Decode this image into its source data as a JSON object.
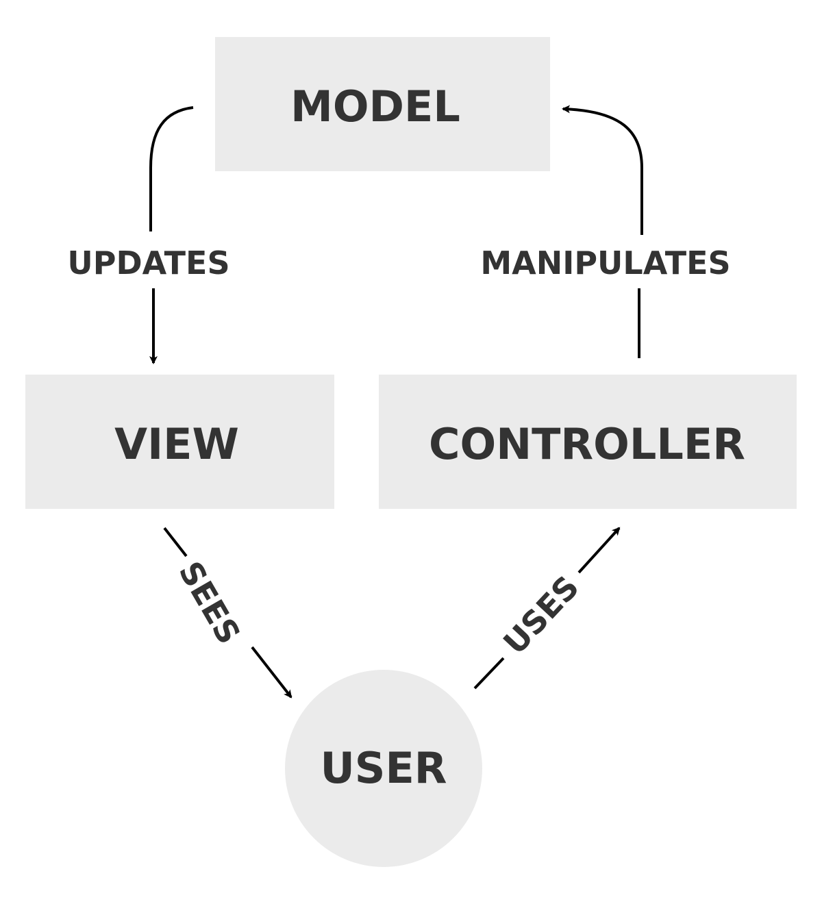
{
  "nodes": {
    "model": "MODEL",
    "view": "VIEW",
    "controller": "CONTROLLER",
    "user": "USER"
  },
  "edges": {
    "updates": "UPDATES",
    "manipulates": "MANIPULATES",
    "sees": "SEES",
    "uses": "USES"
  },
  "colors": {
    "node_fill": "#ebebeb",
    "text": "#333333",
    "line": "#000000"
  }
}
